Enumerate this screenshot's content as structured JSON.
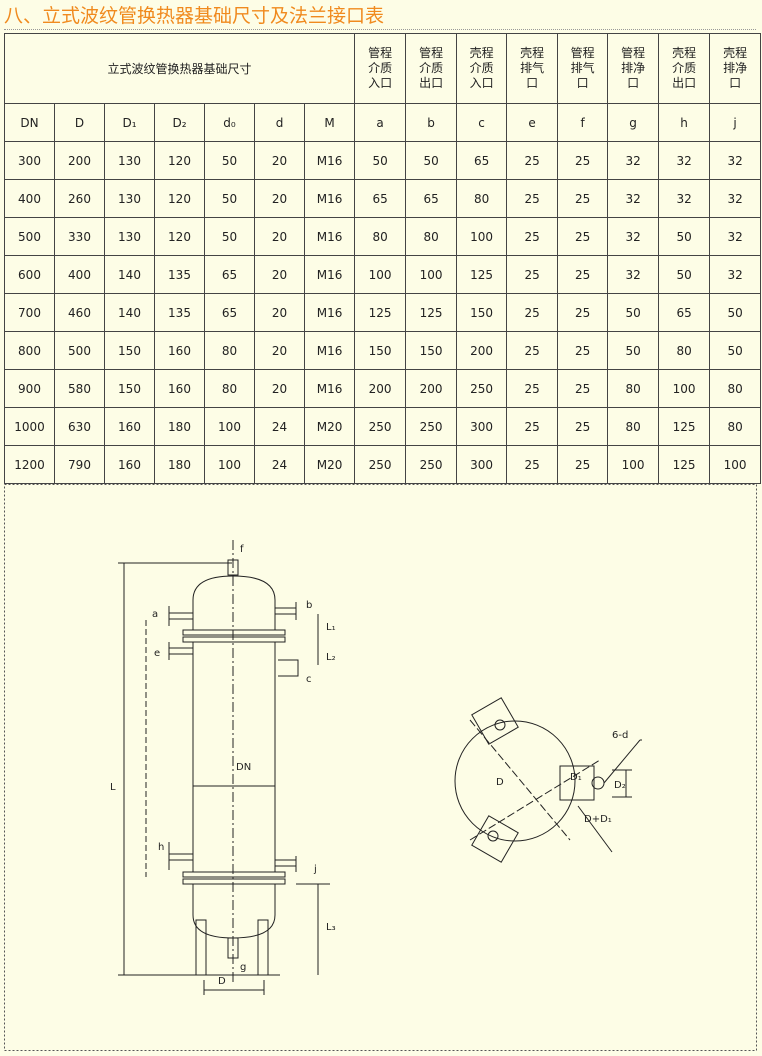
{
  "title": "八、立式波纹管换热器基础尺寸及法兰接口表",
  "table": {
    "dim_header": "立式波纹管换热器基础尺寸",
    "port_headers": [
      [
        "管程",
        "介质",
        "入口"
      ],
      [
        "管程",
        "介质",
        "出口"
      ],
      [
        "壳程",
        "介质",
        "入口"
      ],
      [
        "壳程",
        "排气",
        "口"
      ],
      [
        "管程",
        "排气",
        "口"
      ],
      [
        "管程",
        "排净",
        "口"
      ],
      [
        "壳程",
        "介质",
        "出口"
      ],
      [
        "壳程",
        "排净",
        "口"
      ]
    ],
    "columns": [
      "DN",
      "D",
      "D₁",
      "D₂",
      "d₀",
      "d",
      "M",
      "a",
      "b",
      "c",
      "e",
      "f",
      "g",
      "h",
      "j"
    ],
    "rows": [
      [
        "300",
        "200",
        "130",
        "120",
        "50",
        "20",
        "M16",
        "50",
        "50",
        "65",
        "25",
        "25",
        "32",
        "32",
        "32"
      ],
      [
        "400",
        "260",
        "130",
        "120",
        "50",
        "20",
        "M16",
        "65",
        "65",
        "80",
        "25",
        "25",
        "32",
        "32",
        "32"
      ],
      [
        "500",
        "330",
        "130",
        "120",
        "50",
        "20",
        "M16",
        "80",
        "80",
        "100",
        "25",
        "25",
        "32",
        "50",
        "32"
      ],
      [
        "600",
        "400",
        "140",
        "135",
        "65",
        "20",
        "M16",
        "100",
        "100",
        "125",
        "25",
        "25",
        "32",
        "50",
        "32"
      ],
      [
        "700",
        "460",
        "140",
        "135",
        "65",
        "20",
        "M16",
        "125",
        "125",
        "150",
        "25",
        "25",
        "50",
        "65",
        "50"
      ],
      [
        "800",
        "500",
        "150",
        "160",
        "80",
        "20",
        "M16",
        "150",
        "150",
        "200",
        "25",
        "25",
        "50",
        "80",
        "50"
      ],
      [
        "900",
        "580",
        "150",
        "160",
        "80",
        "20",
        "M16",
        "200",
        "200",
        "250",
        "25",
        "25",
        "80",
        "100",
        "80"
      ],
      [
        "1000",
        "630",
        "160",
        "180",
        "100",
        "24",
        "M20",
        "250",
        "250",
        "300",
        "25",
        "25",
        "80",
        "125",
        "80"
      ],
      [
        "1200",
        "790",
        "160",
        "180",
        "100",
        "24",
        "M20",
        "250",
        "250",
        "300",
        "25",
        "25",
        "100",
        "125",
        "100"
      ]
    ]
  },
  "drawing": {
    "labels": {
      "f": "f",
      "a": "a",
      "b": "b",
      "e": "e",
      "c": "c",
      "h": "h",
      "j": "j",
      "g": "g",
      "DN": "DN",
      "L": "L",
      "L1": "L₁",
      "L2": "L₂",
      "L3": "L₃",
      "D_base": "D",
      "hole": "6-d",
      "D2": "D₂",
      "D1": "D₁",
      "D_circle": "D",
      "D_sum": "D+D₁"
    }
  }
}
